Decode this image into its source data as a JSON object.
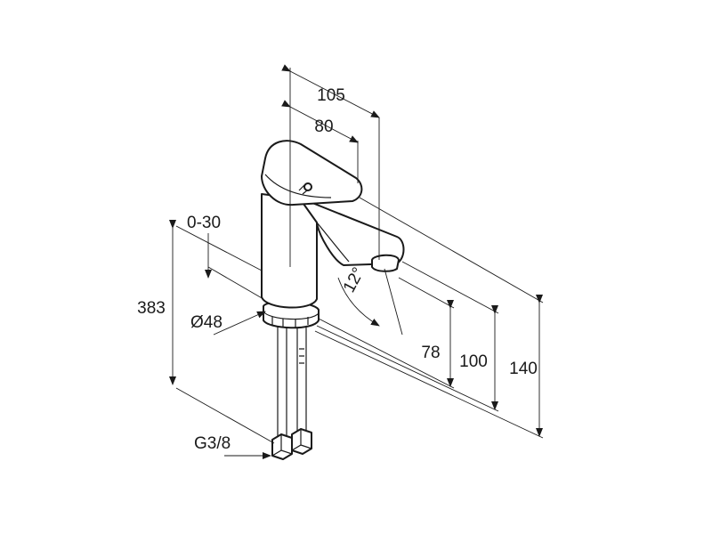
{
  "dimensions": {
    "width_total": "105",
    "width_spout": "80",
    "deck_range": "0-30",
    "height_total": "383",
    "base_diameter": "Ø48",
    "spout_angle": "12°",
    "height_78": "78",
    "height_100": "100",
    "height_140": "140",
    "thread": "G3/8"
  },
  "colors": {
    "line": "#1a1a1a",
    "background": "#ffffff"
  }
}
